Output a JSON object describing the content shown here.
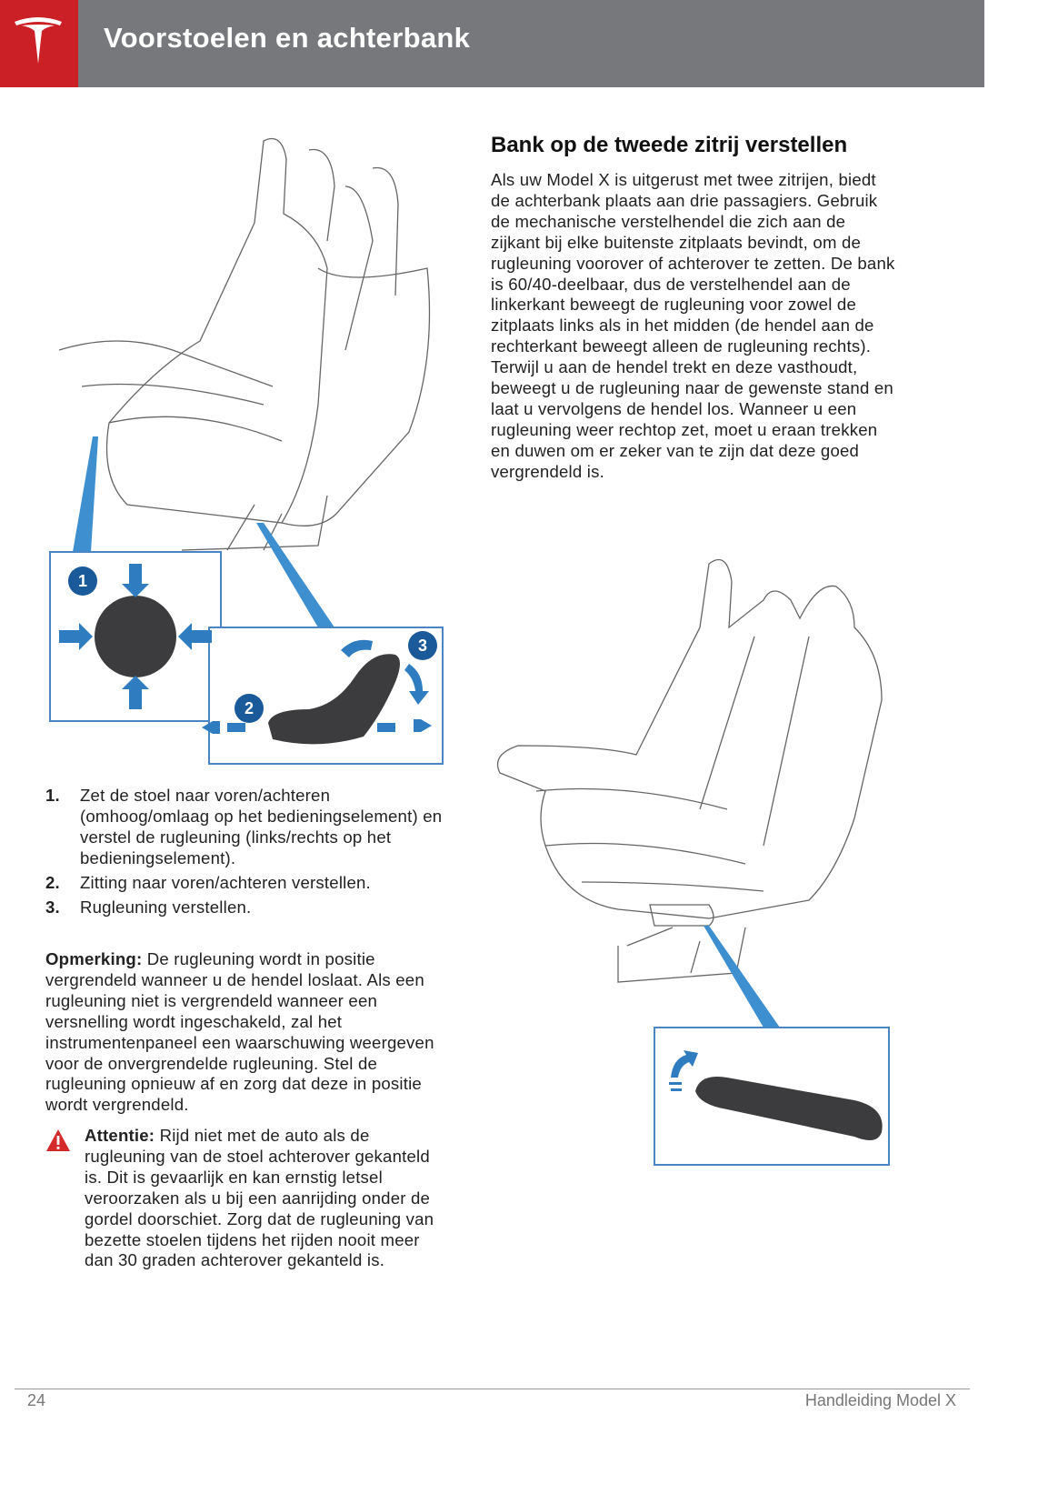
{
  "header": {
    "title": "Voorstoelen en achterbank",
    "logo": "Tesla"
  },
  "left": {
    "callouts": [
      "1",
      "2",
      "3"
    ],
    "steps": [
      {
        "num": "1.",
        "text": "Zet de stoel naar voren/achteren (omhoog/omlaag op het bedieningselement) en verstel de rugleuning (links/rechts op het bedieningselement)."
      },
      {
        "num": "2.",
        "text": "Zitting naar voren/achteren verstellen."
      },
      {
        "num": "3.",
        "text": "Rugleuning verstellen."
      }
    ],
    "note_label": "Opmerking:",
    "note_text": " De rugleuning wordt in positie vergrendeld wanneer u de hendel loslaat. Als een rugleuning niet is vergrendeld wanneer een versnelling wordt ingeschakeld, zal het instrumentenpaneel een waarschuwing weergeven voor de onvergrendelde rugleuning. Stel de rugleuning opnieuw af en zorg dat deze in positie wordt vergrendeld.",
    "warning_label": "Attentie:",
    "warning_text": " Rijd niet met de auto als de rugleuning van de stoel achterover gekanteld is. Dit is gevaarlijk en kan ernstig letsel veroorzaken als u bij een aanrijding onder de gordel doorschiet. Zorg dat de rugleuning van bezette stoelen tijdens het rijden nooit meer dan 30 graden achterover gekanteld is."
  },
  "right": {
    "heading": "Bank op de tweede zitrij verstellen",
    "paragraph": "Als uw Model X is uitgerust met twee zitrijen, biedt de achterbank plaats aan drie passagiers. Gebruik de mechanische verstelhendel die zich aan de zijkant bij elke buitenste zitplaats bevindt, om de rugleuning voorover of achterover te zetten. De bank is 60/40-deelbaar, dus de verstelhendel aan de linkerkant beweegt de rugleuning voor zowel de zitplaats links als in het midden (de hendel aan de rechterkant beweegt alleen de rugleuning rechts). Terwijl u aan de hendel trekt en deze vasthoudt, beweegt u de rugleuning naar de gewenste stand en laat u vervolgens de hendel los. Wanneer u een rugleuning weer rechtop zet, moet u eraan trekken en duwen om er zeker van te zijn dat deze goed vergrendeld is."
  },
  "footer": {
    "page": "24",
    "manual": "Handleiding Model X"
  },
  "colors": {
    "brand_red": "#cc2027",
    "header_gray": "#76787b",
    "accent_blue": "#2f7dc0",
    "callout_blue": "#1a5a9a"
  }
}
